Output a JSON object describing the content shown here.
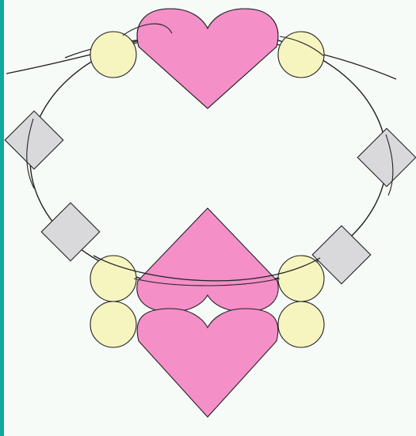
{
  "diagram": {
    "colors": {
      "background": "#f7fbf8",
      "accent_bar": "#12a89d",
      "heart_fill": "#f48fc8",
      "bead_fill": "#f6f5c0",
      "diamond_fill": "#d9d9dc",
      "stroke": "#222222"
    },
    "shapes": {
      "heart": "heart-shape",
      "bead": "circle-shape",
      "diamond": "diamond-shape"
    }
  }
}
